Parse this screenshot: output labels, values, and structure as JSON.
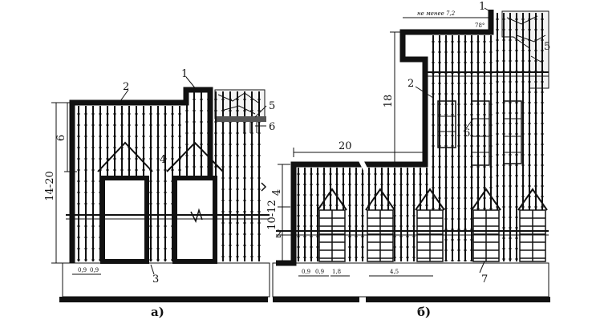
{
  "colors": {
    "ink": "#111111",
    "paper": "#ffffff",
    "grey": "#777777",
    "fill": "#e6e6e6"
  },
  "panel_a": {
    "caption": "а)",
    "callouts": [
      "1",
      "2",
      "3",
      "4",
      "5",
      "6"
    ],
    "dims": {
      "height": "14-20",
      "upper": "6",
      "small1": "0,9",
      "small2": "0,9"
    }
  },
  "panel_b": {
    "caption": "б)",
    "callouts": [
      "1",
      "2",
      "2",
      "5",
      "6",
      "7"
    ],
    "dims": {
      "top_note": "не менее 7,2",
      "angle": "78°",
      "height": "18",
      "width": "20",
      "h4": "4",
      "h10": "10-12",
      "w1": "0,9",
      "w2": "0,9",
      "w3": "1,8",
      "w4": "4,5"
    }
  }
}
